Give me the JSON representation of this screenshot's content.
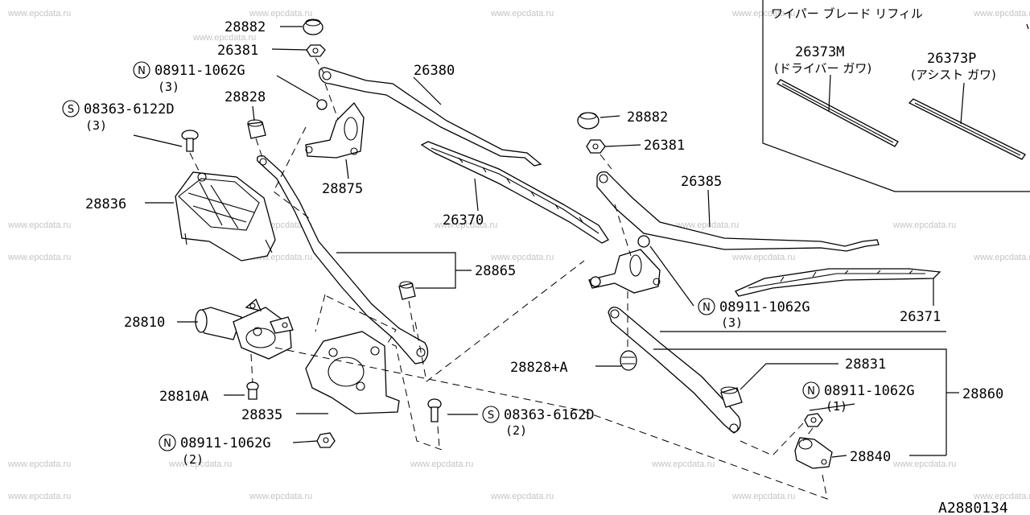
{
  "watermark": "www.epcdata.ru",
  "diagram_code": "A2880134",
  "inset": {
    "title": "ワイパー ブレード リフィル",
    "items": [
      {
        "number": "26373M",
        "note": "(ドライバー ガワ)"
      },
      {
        "number": "26373P",
        "note": "(アシスト ガワ)"
      }
    ]
  },
  "callouts": [
    {
      "id": "c28882a",
      "text": "28882"
    },
    {
      "id": "c26381a",
      "text": "26381"
    },
    {
      "id": "c08911a",
      "prefix": "N",
      "text": "08911-1062G",
      "qty": "(3)"
    },
    {
      "id": "c08363a",
      "prefix": "S",
      "text": "08363-6122D",
      "qty": "(3)"
    },
    {
      "id": "c28828",
      "text": "28828"
    },
    {
      "id": "c26380",
      "text": "26380"
    },
    {
      "id": "c28875",
      "text": "28875"
    },
    {
      "id": "c28836",
      "text": "28836"
    },
    {
      "id": "c26370",
      "text": "26370"
    },
    {
      "id": "c28882b",
      "text": "28882"
    },
    {
      "id": "c26381b",
      "text": "26381"
    },
    {
      "id": "c26385",
      "text": "26385"
    },
    {
      "id": "c28865",
      "text": "28865"
    },
    {
      "id": "c08911b",
      "prefix": "N",
      "text": "08911-1062G",
      "qty": "(3)"
    },
    {
      "id": "c26371",
      "text": "26371"
    },
    {
      "id": "c28810",
      "text": "28810"
    },
    {
      "id": "c28828A",
      "text": "28828+A"
    },
    {
      "id": "c28831",
      "text": "28831"
    },
    {
      "id": "c08911c",
      "prefix": "N",
      "text": "08911-1062G",
      "qty": "(1)"
    },
    {
      "id": "c28860",
      "text": "28860"
    },
    {
      "id": "c28810A",
      "text": "28810A"
    },
    {
      "id": "c28835",
      "text": "28835"
    },
    {
      "id": "c08363b",
      "prefix": "S",
      "text": "08363-6162D",
      "qty": "(2)"
    },
    {
      "id": "c28840",
      "text": "28840"
    },
    {
      "id": "c08911d",
      "prefix": "N",
      "text": "08911-1062G",
      "qty": "(2)"
    }
  ]
}
